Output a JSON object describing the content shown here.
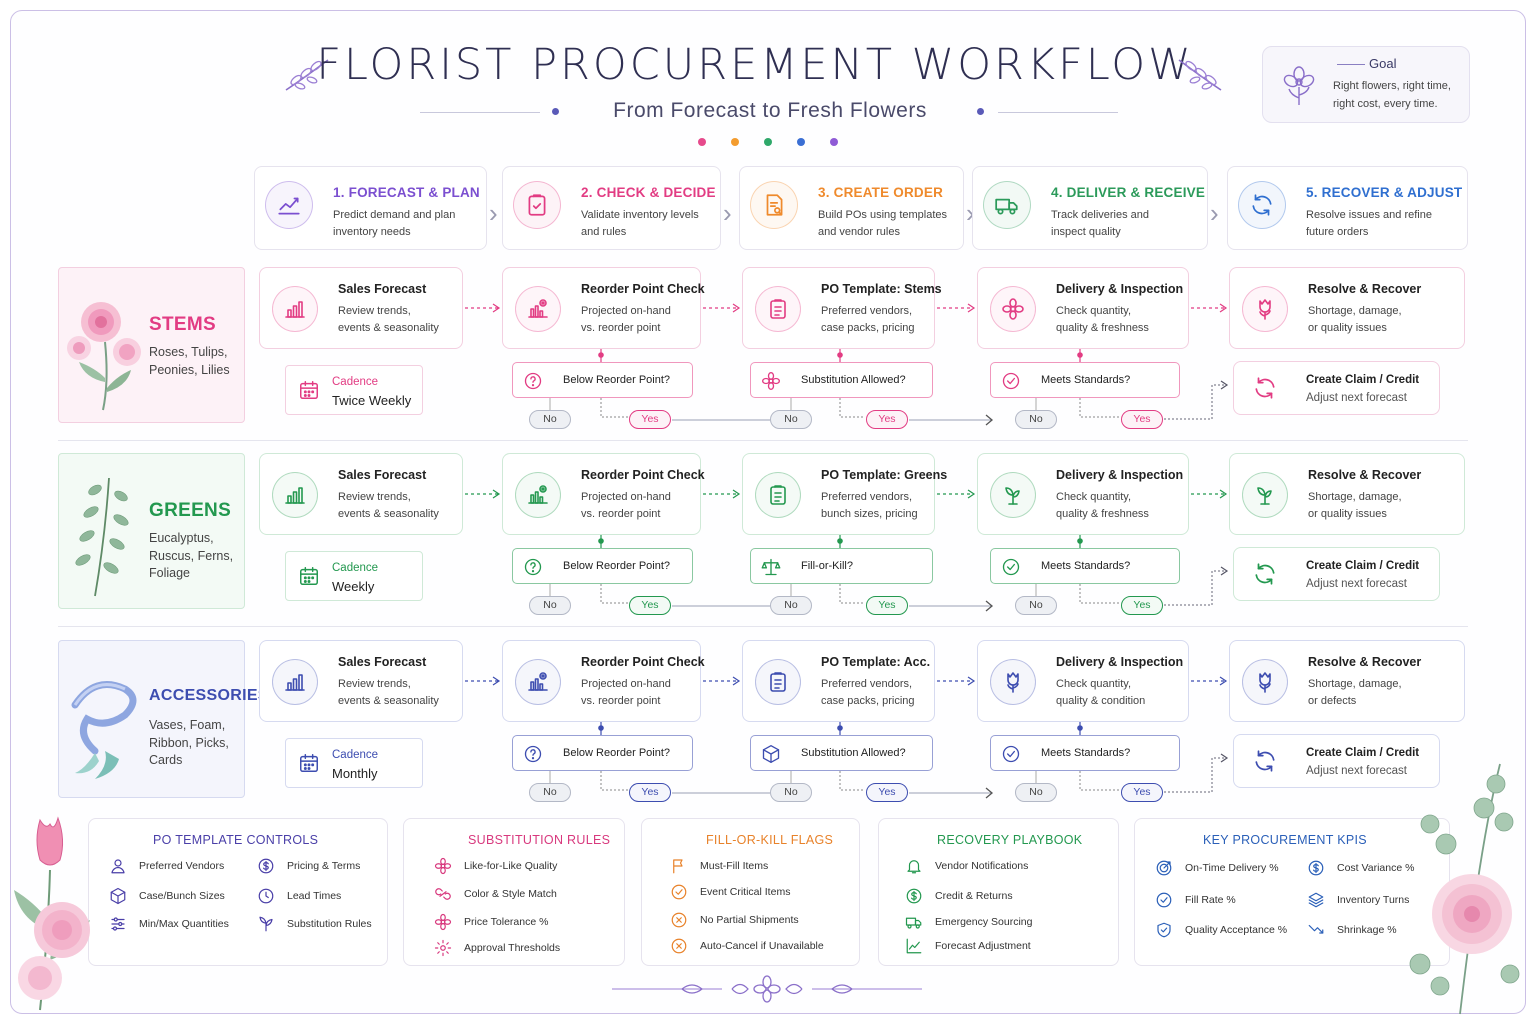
{
  "header": {
    "title": "FLORIST PROCUREMENT WORKFLOW",
    "subtitle": "From Forecast to Fresh Flowers",
    "dot_colors": [
      "#e64a8c",
      "#f39c2f",
      "#2fa86a",
      "#3b6fd4",
      "#8f5bd6"
    ]
  },
  "goal": {
    "label": "Goal",
    "text": "Right flowers, right time, right cost, every time."
  },
  "steps": [
    {
      "num": "1.",
      "title": "FORECAST & PLAN",
      "desc": "Predict demand and plan inventory needs",
      "color": "#7b4fd0",
      "icon": "line-chart-icon"
    },
    {
      "num": "2.",
      "title": "CHECK & DECIDE",
      "desc": "Validate inventory levels and rules",
      "color": "#e23c83",
      "icon": "clipboard-check-icon"
    },
    {
      "num": "3.",
      "title": "CREATE ORDER",
      "desc": "Build POs using templates and vendor rules",
      "color": "#ef8a2c",
      "icon": "document-search-icon"
    },
    {
      "num": "4.",
      "title": "DELIVER & RECEIVE",
      "desc": "Track deliveries and inspect quality",
      "color": "#2b9a5a",
      "icon": "delivery-truck-icon"
    },
    {
      "num": "5.",
      "title": "RECOVER & ADJUST",
      "desc": "Resolve issues and refine future orders",
      "color": "#2f6fd0",
      "icon": "refresh-cycle-icon"
    }
  ],
  "categories": [
    {
      "key": "stems",
      "name": "STEMS",
      "items": "Roses, Tulips, Peonies, Lilies",
      "color": "#e23c83",
      "tint": "#fdf2f7",
      "border": "#f3cfe0",
      "cadence_label": "Cadence",
      "cadence_value": "Twice Weekly",
      "nodes": [
        {
          "title": "Sales Forecast",
          "desc": [
            "Review trends,",
            "events & seasonality"
          ]
        },
        {
          "title": "Reorder Point Check",
          "desc": [
            "Projected on-hand",
            "vs. reorder point"
          ]
        },
        {
          "title": "PO Template: Stems",
          "desc": [
            "Preferred vendors,",
            "case packs, pricing"
          ]
        },
        {
          "title": "Delivery & Inspection",
          "desc": [
            "Check quantity,",
            "quality & freshness"
          ]
        },
        {
          "title": "Resolve & Recover",
          "desc": [
            "Shortage, damage,",
            "or quality issues"
          ]
        }
      ],
      "decisions": [
        "Below Reorder Point?",
        "Substitution Allowed?",
        "Meets Standards?"
      ],
      "claim_title": "Create Claim / Credit",
      "claim_desc": "Adjust next forecast"
    },
    {
      "key": "greens",
      "name": "GREENS",
      "items": "Eucalyptus, Ruscus, Ferns, Foliage",
      "color": "#23984f",
      "tint": "#f3faf5",
      "border": "#cfe9d7",
      "cadence_label": "Cadence",
      "cadence_value": "Weekly",
      "nodes": [
        {
          "title": "Sales Forecast",
          "desc": [
            "Review trends,",
            "events & seasonality"
          ]
        },
        {
          "title": "Reorder Point Check",
          "desc": [
            "Projected on-hand",
            "vs. reorder point"
          ]
        },
        {
          "title": "PO Template: Greens",
          "desc": [
            "Preferred vendors,",
            "bunch sizes, pricing"
          ]
        },
        {
          "title": "Delivery & Inspection",
          "desc": [
            "Check quantity,",
            "quality & freshness"
          ]
        },
        {
          "title": "Resolve & Recover",
          "desc": [
            "Shortage, damage,",
            "or quality issues"
          ]
        }
      ],
      "decisions": [
        "Below Reorder Point?",
        "Fill-or-Kill?",
        "Meets Standards?"
      ],
      "claim_title": "Create Claim / Credit",
      "claim_desc": "Adjust next forecast"
    },
    {
      "key": "accessories",
      "name": "ACCESSORIES",
      "items": "Vases, Foam, Ribbon, Picks, Cards",
      "color": "#3d4db0",
      "tint": "#f4f5fc",
      "border": "#d6daf0",
      "cadence_label": "Cadence",
      "cadence_value": "Monthly",
      "nodes": [
        {
          "title": "Sales Forecast",
          "desc": [
            "Review trends,",
            "events & seasonality"
          ]
        },
        {
          "title": "Reorder Point Check",
          "desc": [
            "Projected on-hand",
            "vs. reorder point"
          ]
        },
        {
          "title": "PO Template: Acc.",
          "desc": [
            "Preferred vendors,",
            "case packs, pricing"
          ]
        },
        {
          "title": "Delivery & Inspection",
          "desc": [
            "Check quantity,",
            "quality & condition"
          ]
        },
        {
          "title": "Resolve & Recover",
          "desc": [
            "Shortage, damage,",
            "or defects"
          ]
        }
      ],
      "decisions": [
        "Below Reorder Point?",
        "Substitution Allowed?",
        "Meets Standards?"
      ],
      "claim_title": "Create Claim / Credit",
      "claim_desc": "Adjust next forecast"
    }
  ],
  "pill_labels": {
    "no": "No",
    "yes": "Yes"
  },
  "panels": [
    {
      "title": "PO TEMPLATE CONTROLS",
      "color": "#4a3fa8",
      "items": [
        {
          "label": "Preferred Vendors",
          "icon": "person-icon"
        },
        {
          "label": "Pricing & Terms",
          "icon": "dollar-icon"
        },
        {
          "label": "Case/Bunch Sizes",
          "icon": "box-icon"
        },
        {
          "label": "Lead Times",
          "icon": "clock-icon"
        },
        {
          "label": "Min/Max Quantities",
          "icon": "sliders-icon"
        },
        {
          "label": "Substitution Rules",
          "icon": "leaf-icon"
        }
      ]
    },
    {
      "title": "SUBSTITUTION RULES",
      "color": "#d8397e",
      "items": [
        {
          "label": "Like-for-Like Quality",
          "icon": "flower-icon"
        },
        {
          "label": "Color & Style Match",
          "icon": "link-icon"
        },
        {
          "label": "Price Tolerance %",
          "icon": "flower-icon"
        },
        {
          "label": "Approval Thresholds",
          "icon": "gear-icon"
        }
      ]
    },
    {
      "title": "FILL-OR-KILL FLAGS",
      "color": "#e8822a",
      "items": [
        {
          "label": "Must-Fill Items",
          "icon": "flag-icon"
        },
        {
          "label": "Event Critical Items",
          "icon": "check-circle-icon"
        },
        {
          "label": "No Partial Shipments",
          "icon": "x-circle-icon"
        },
        {
          "label": "Auto-Cancel if Unavailable",
          "icon": "x-circle-icon"
        }
      ]
    },
    {
      "title": "RECOVERY PLAYBOOK",
      "color": "#23984f",
      "items": [
        {
          "label": "Vendor Notifications",
          "icon": "bell-icon"
        },
        {
          "label": "Credit & Returns",
          "icon": "dollar-icon"
        },
        {
          "label": "Emergency Sourcing",
          "icon": "truck-icon"
        },
        {
          "label": "Forecast Adjustment",
          "icon": "chart-icon"
        }
      ]
    },
    {
      "title": "KEY PROCUREMENT KPIS",
      "color": "#2a5fb8",
      "items": [
        {
          "label": "On-Time Delivery %",
          "icon": "target-icon"
        },
        {
          "label": "Cost Variance %",
          "icon": "dollar-icon"
        },
        {
          "label": "Fill Rate %",
          "icon": "check-circle-icon"
        },
        {
          "label": "Inventory Turns",
          "icon": "layers-icon"
        },
        {
          "label": "Quality Acceptance %",
          "icon": "shield-check-icon"
        },
        {
          "label": "Shrinkage %",
          "icon": "trend-down-icon"
        }
      ]
    }
  ]
}
